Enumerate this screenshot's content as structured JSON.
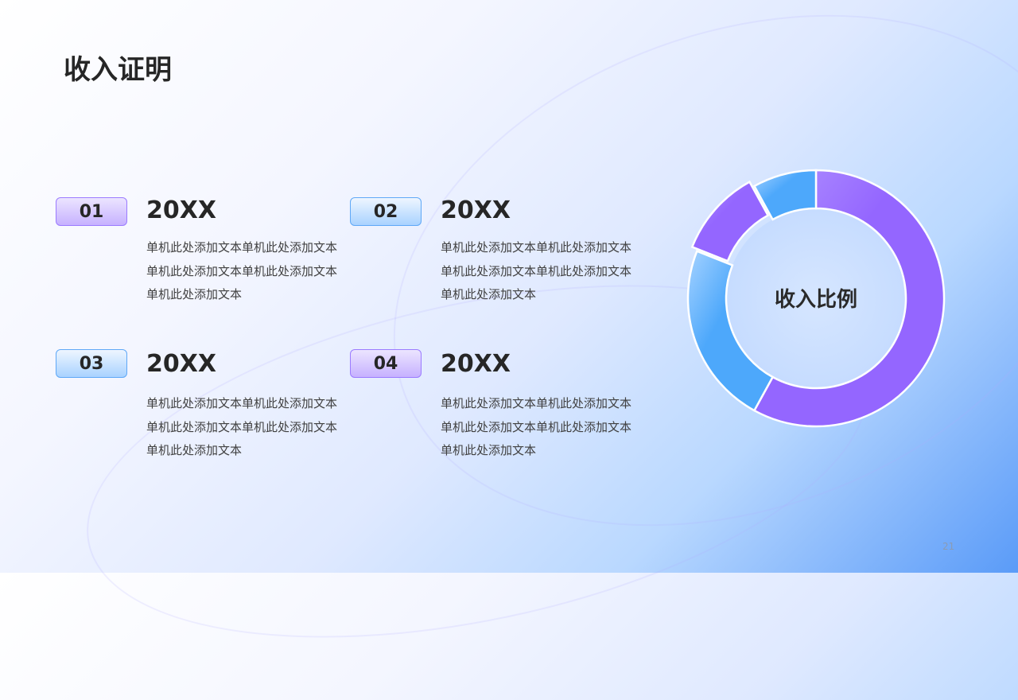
{
  "title": "收入证明",
  "items": [
    {
      "num": "01",
      "year": "20XX",
      "text": "单机此处添加文本单机此处添加文本单机此处添加文本单机此处添加文本单机此处添加文本"
    },
    {
      "num": "02",
      "year": "20XX",
      "text": "单机此处添加文本单机此处添加文本单机此处添加文本单机此处添加文本单机此处添加文本"
    },
    {
      "num": "03",
      "year": "20XX",
      "text": "单机此处添加文本单机此处添加文本单机此处添加文本单机此处添加文本单机此处添加文本"
    },
    {
      "num": "04",
      "year": "20XX",
      "text": "单机此处添加文本单机此处添加文本单机此处添加文本单机此处添加文本单机此处添加文本"
    }
  ],
  "page_number": "21",
  "chart_data": {
    "type": "pie",
    "variant": "donut",
    "center_label": "收入比例",
    "values": [
      58,
      23,
      11,
      8
    ],
    "colors": [
      "#9466ff",
      "#4da8fb",
      "#9466ff",
      "#4da8fb"
    ],
    "exploded": [
      false,
      false,
      true,
      false
    ]
  }
}
